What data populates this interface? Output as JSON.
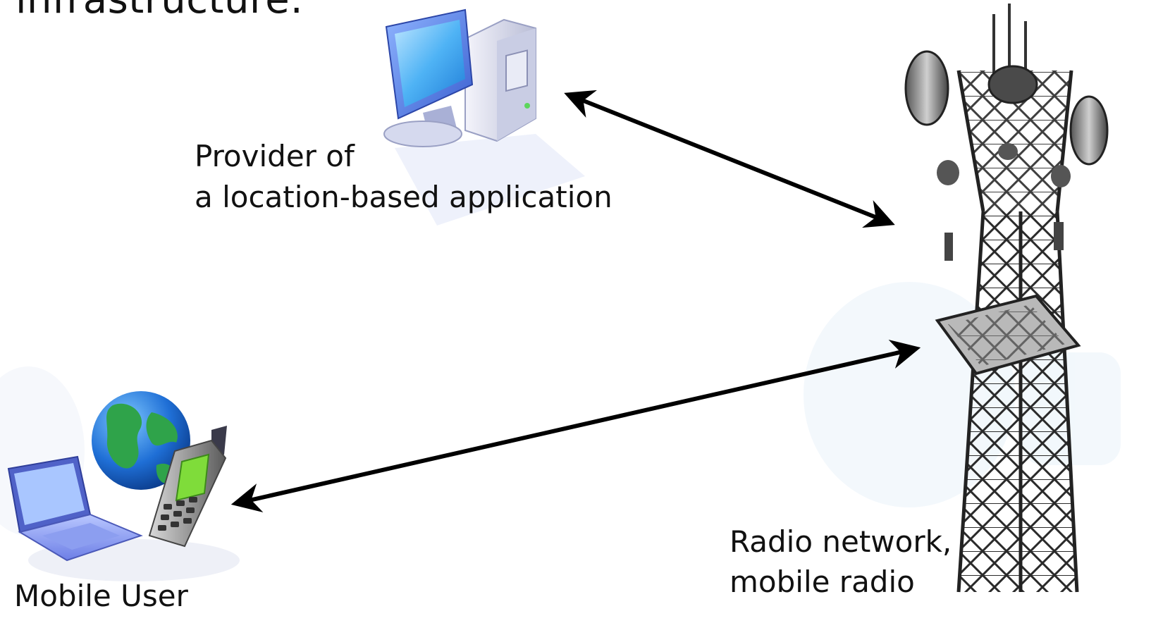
{
  "title": "infrastructure:",
  "provider_label": {
    "line1": "Provider of",
    "line2": "a location-based application"
  },
  "radio_label": {
    "line1": "Radio network,",
    "line2": "mobile radio"
  },
  "mobile_label": "Mobile User",
  "icons": {
    "provider": "desktop-computer-icon",
    "tower": "radio-tower-icon",
    "mobile": "laptop-globe-phone-icon"
  },
  "colors": {
    "arrow": "#000000",
    "screen": "#3aa0f0",
    "globe_water": "#1f6fd6",
    "globe_land": "#2fa34a",
    "phone_screen": "#7fdc3a",
    "tower": "#2a2a2a"
  }
}
